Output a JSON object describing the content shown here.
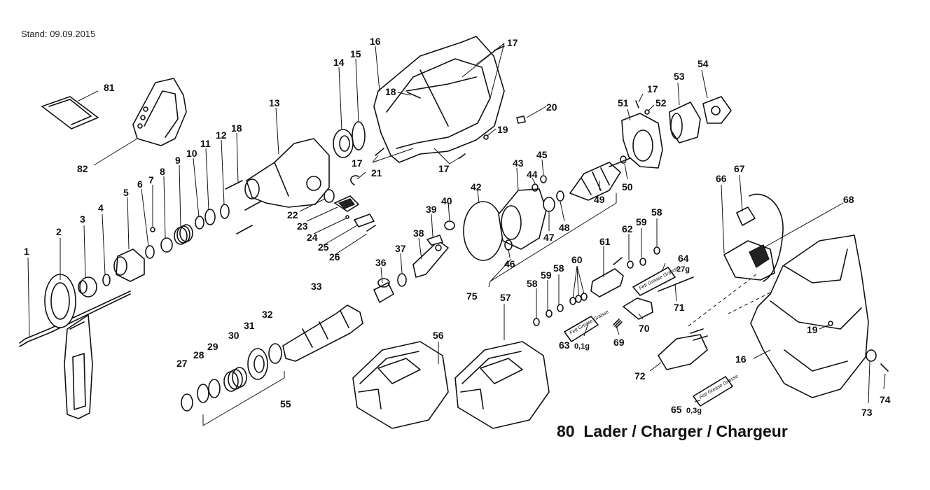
{
  "header": {
    "stand": "Stand: 09.09.2015"
  },
  "footer": {
    "charger_number": "80",
    "charger_label": "Lader / Charger / Chargeur"
  },
  "grease_notes": {
    "g63": "0,1g",
    "g64": "27g",
    "g65": "0,3g"
  },
  "tube_label": "Fett Grease Graisse",
  "callouts": [
    "1",
    "2",
    "3",
    "4",
    "5",
    "6",
    "7",
    "8",
    "9",
    "10",
    "11",
    "12",
    "13",
    "14",
    "15",
    "16",
    "17",
    "18",
    "19",
    "20",
    "21",
    "22",
    "23",
    "24",
    "25",
    "26",
    "27",
    "28",
    "29",
    "30",
    "31",
    "32",
    "33",
    "36",
    "37",
    "38",
    "39",
    "40",
    "42",
    "43",
    "44",
    "45",
    "46",
    "47",
    "48",
    "49",
    "50",
    "51",
    "52",
    "53",
    "54",
    "55",
    "56",
    "57",
    "58",
    "59",
    "60",
    "61",
    "62",
    "63",
    "64",
    "65",
    "66",
    "67",
    "68",
    "69",
    "70",
    "71",
    "72",
    "73",
    "74",
    "75",
    "81",
    "82"
  ]
}
